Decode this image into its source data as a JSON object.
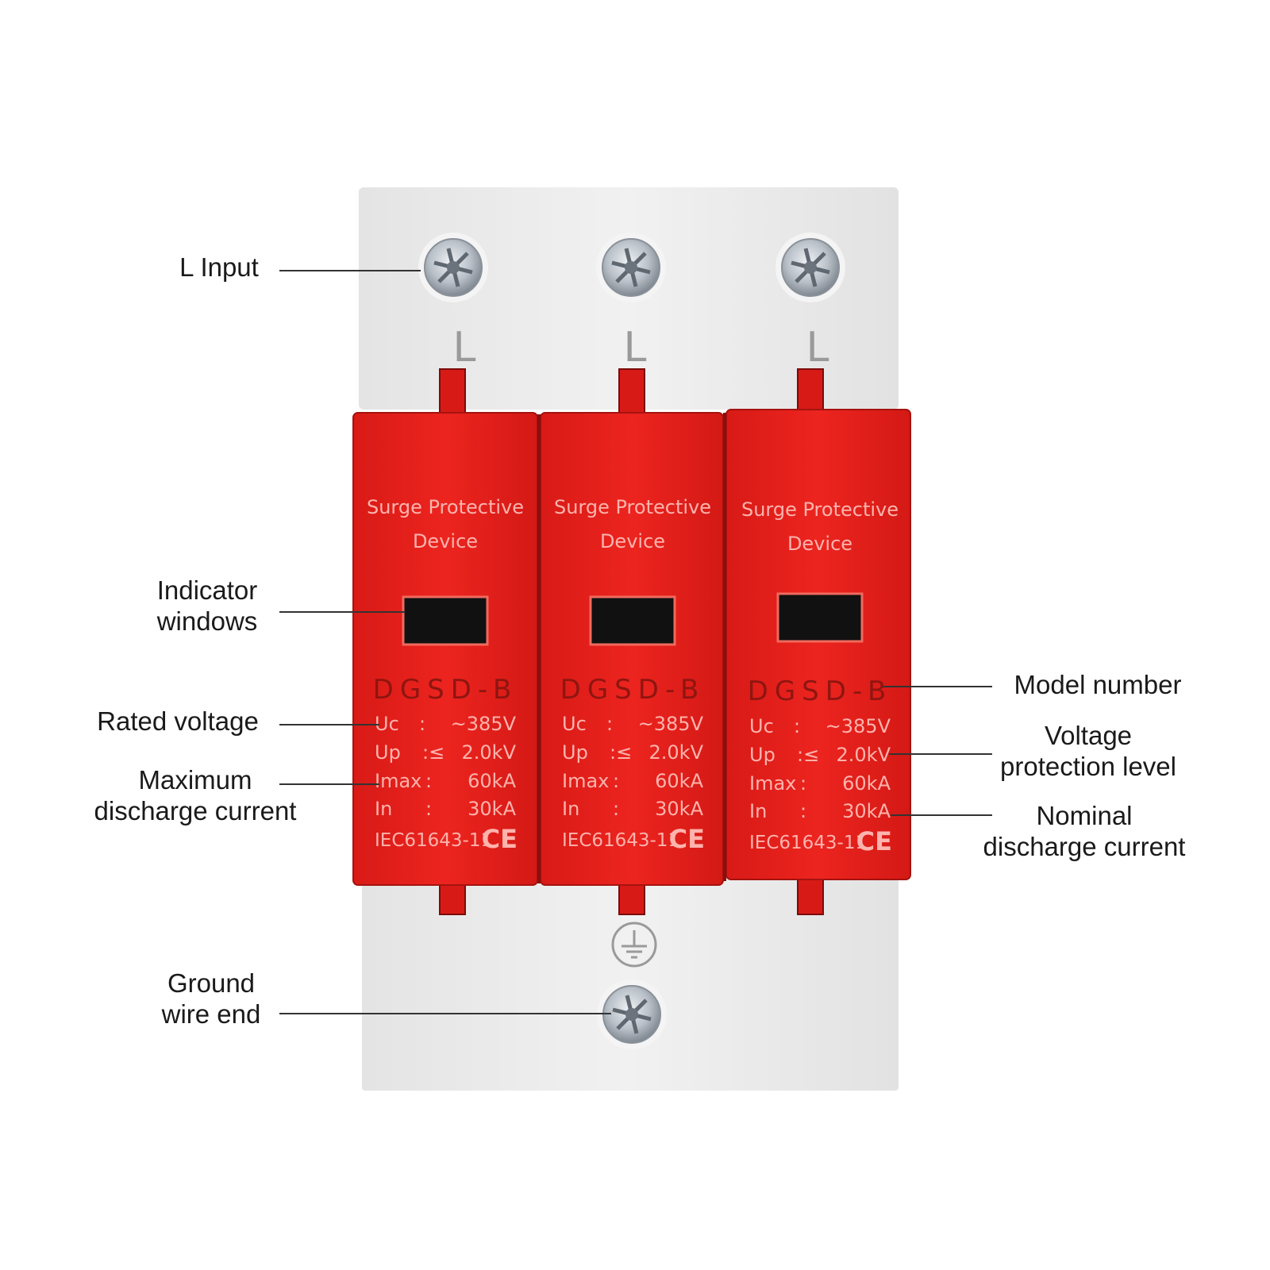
{
  "callouts": {
    "l_input": [
      "L Input"
    ],
    "indicator": [
      "Indicator",
      "windows"
    ],
    "rated_voltage": [
      "Rated voltage"
    ],
    "max_discharge": [
      "Maximum",
      "discharge current"
    ],
    "ground": [
      "Ground",
      "wire end"
    ],
    "model_number": [
      "Model number"
    ],
    "voltage_protection": [
      "Voltage",
      "protection level"
    ],
    "nominal_discharge": [
      "Nominal",
      "discharge current"
    ]
  },
  "terminal_label": "L",
  "modules": [
    {
      "title": [
        "Surge Protective",
        "Device"
      ],
      "model": "DGSD-B",
      "specs": [
        {
          "key": "Uc",
          "sep": ":",
          "val": "~385V"
        },
        {
          "key": "Up",
          "sep": ":≤",
          "val": "2.0kV"
        },
        {
          "key": "Imax",
          "sep": ":",
          "val": "60kA"
        },
        {
          "key": "In",
          "sep": ":",
          "val": "30kA"
        }
      ],
      "standard": "IEC61643-11",
      "mark": "CE"
    },
    {
      "title": [
        "Surge Protective",
        "Device"
      ],
      "model": "DGSD-B",
      "specs": [
        {
          "key": "Uc",
          "sep": ":",
          "val": "~385V"
        },
        {
          "key": "Up",
          "sep": ":≤",
          "val": "2.0kV"
        },
        {
          "key": "Imax",
          "sep": ":",
          "val": "60kA"
        },
        {
          "key": "In",
          "sep": ":",
          "val": "30kA"
        }
      ],
      "standard": "IEC61643-11",
      "mark": "CE"
    },
    {
      "title": [
        "Surge Protective",
        "Device"
      ],
      "model": "DGSD-B",
      "specs": [
        {
          "key": "Uc",
          "sep": ":",
          "val": "~385V"
        },
        {
          "key": "Up",
          "sep": ":≤",
          "val": "2.0kV"
        },
        {
          "key": "Imax",
          "sep": ":",
          "val": "60kA"
        },
        {
          "key": "In",
          "sep": ":",
          "val": "30kA"
        }
      ],
      "standard": "IEC61643-11",
      "mark": "CE"
    }
  ],
  "colors": {
    "housing": "#ececec",
    "module_red": "#e8201c",
    "module_text": "#ffb3ad",
    "window": "#111111",
    "screw": "#c7ccd2"
  }
}
